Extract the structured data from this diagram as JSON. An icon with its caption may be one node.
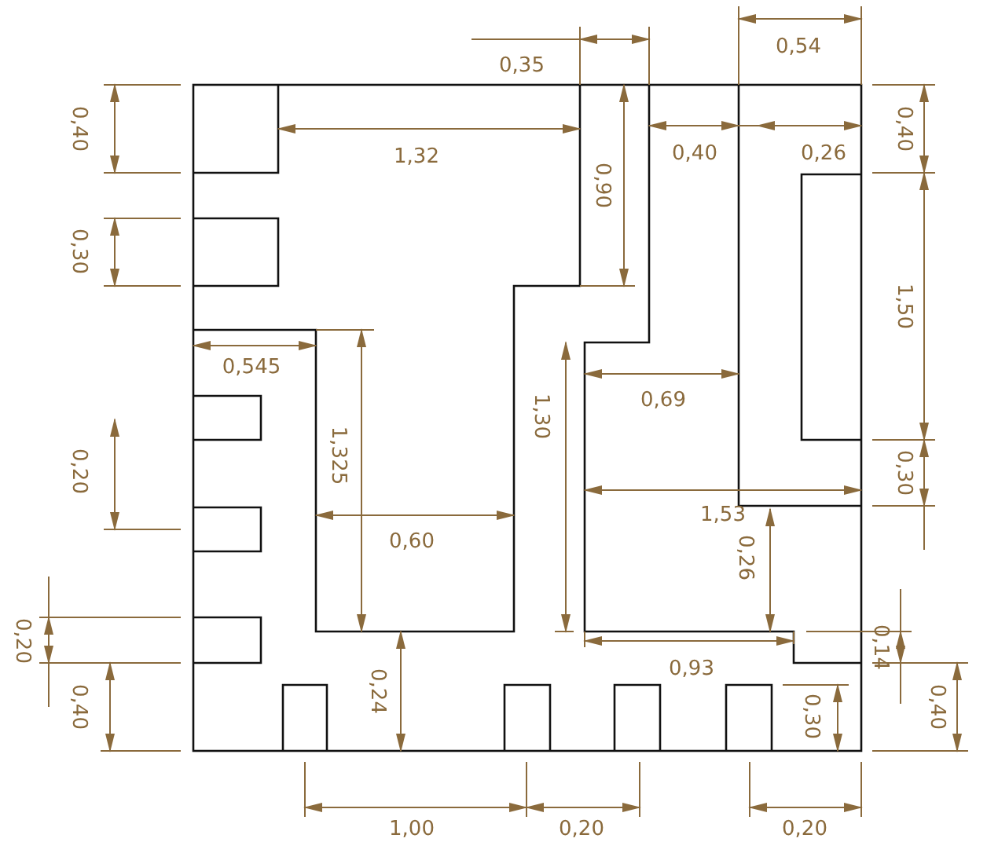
{
  "diagram": {
    "labels": [
      "0,54",
      "0,35",
      "0,40",
      "1,32",
      "0,90",
      "0,40",
      "0,26",
      "0,40",
      "0,30",
      "1,50",
      "0,545",
      "1,325",
      "1,30",
      "0,69",
      "0,20",
      "0,30",
      "1,53",
      "0,60",
      "0,26",
      "0,93",
      "0,20",
      "0,14",
      "0,40",
      "0,24",
      "0,30",
      "0,40",
      "1,00",
      "0,20",
      "0,20"
    ]
  }
}
